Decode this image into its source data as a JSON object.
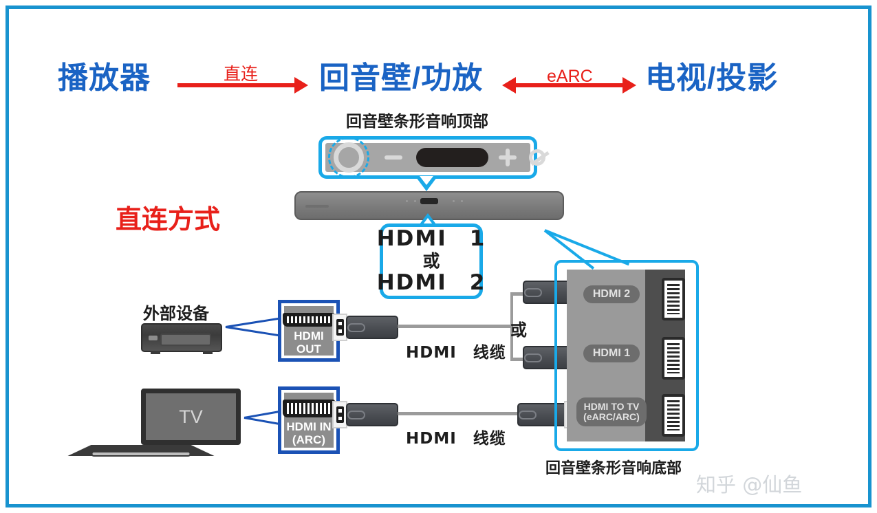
{
  "header": {
    "source_label": "播放器",
    "center_label": "回音壁/功放",
    "target_label": "电视/投影",
    "left_link_label": "直连",
    "right_link_label": "eARC"
  },
  "mode": {
    "label": "直连方式"
  },
  "soundbar_top": {
    "caption": "回音壁条形音响顶部",
    "controls": [
      {
        "name": "power-button",
        "glyph": "○"
      },
      {
        "name": "volume-down-button",
        "glyph": "−"
      },
      {
        "name": "display-window",
        "glyph": ""
      },
      {
        "name": "volume-up-button",
        "glyph": "+"
      },
      {
        "name": "mute-button",
        "glyph": "Ø"
      }
    ]
  },
  "hdmi_choice": {
    "line1": "HDMI　1",
    "line2": "或",
    "line3": "HDMI　2"
  },
  "devices": {
    "player": {
      "label": "外部设备"
    },
    "tv": {
      "label": "TV"
    }
  },
  "port_boxes": [
    {
      "label": "HDMI OUT",
      "label2": ""
    },
    {
      "label": "HDMI IN",
      "label2": "(ARC)"
    }
  ],
  "cables": {
    "upper_label": "HDMI　线缆",
    "lower_label": "HDMI　线缆",
    "branch_label": "或"
  },
  "rear_panel": {
    "caption": "回音壁条形音响底部",
    "ports": [
      {
        "line1": "HDMI 2",
        "line2": ""
      },
      {
        "line1": "HDMI 1",
        "line2": ""
      },
      {
        "line1": "HDMI TO TV",
        "line2": "(eARC/ARC)"
      }
    ]
  },
  "watermark": {
    "text": "知乎 @仙鱼"
  },
  "colors": {
    "frame_blue": "#1893cf",
    "heading_blue": "#1a63c4",
    "accent_red": "#e8201a",
    "callout_cyan": "#19a9e8",
    "leader_navy": "#1b52b5"
  }
}
